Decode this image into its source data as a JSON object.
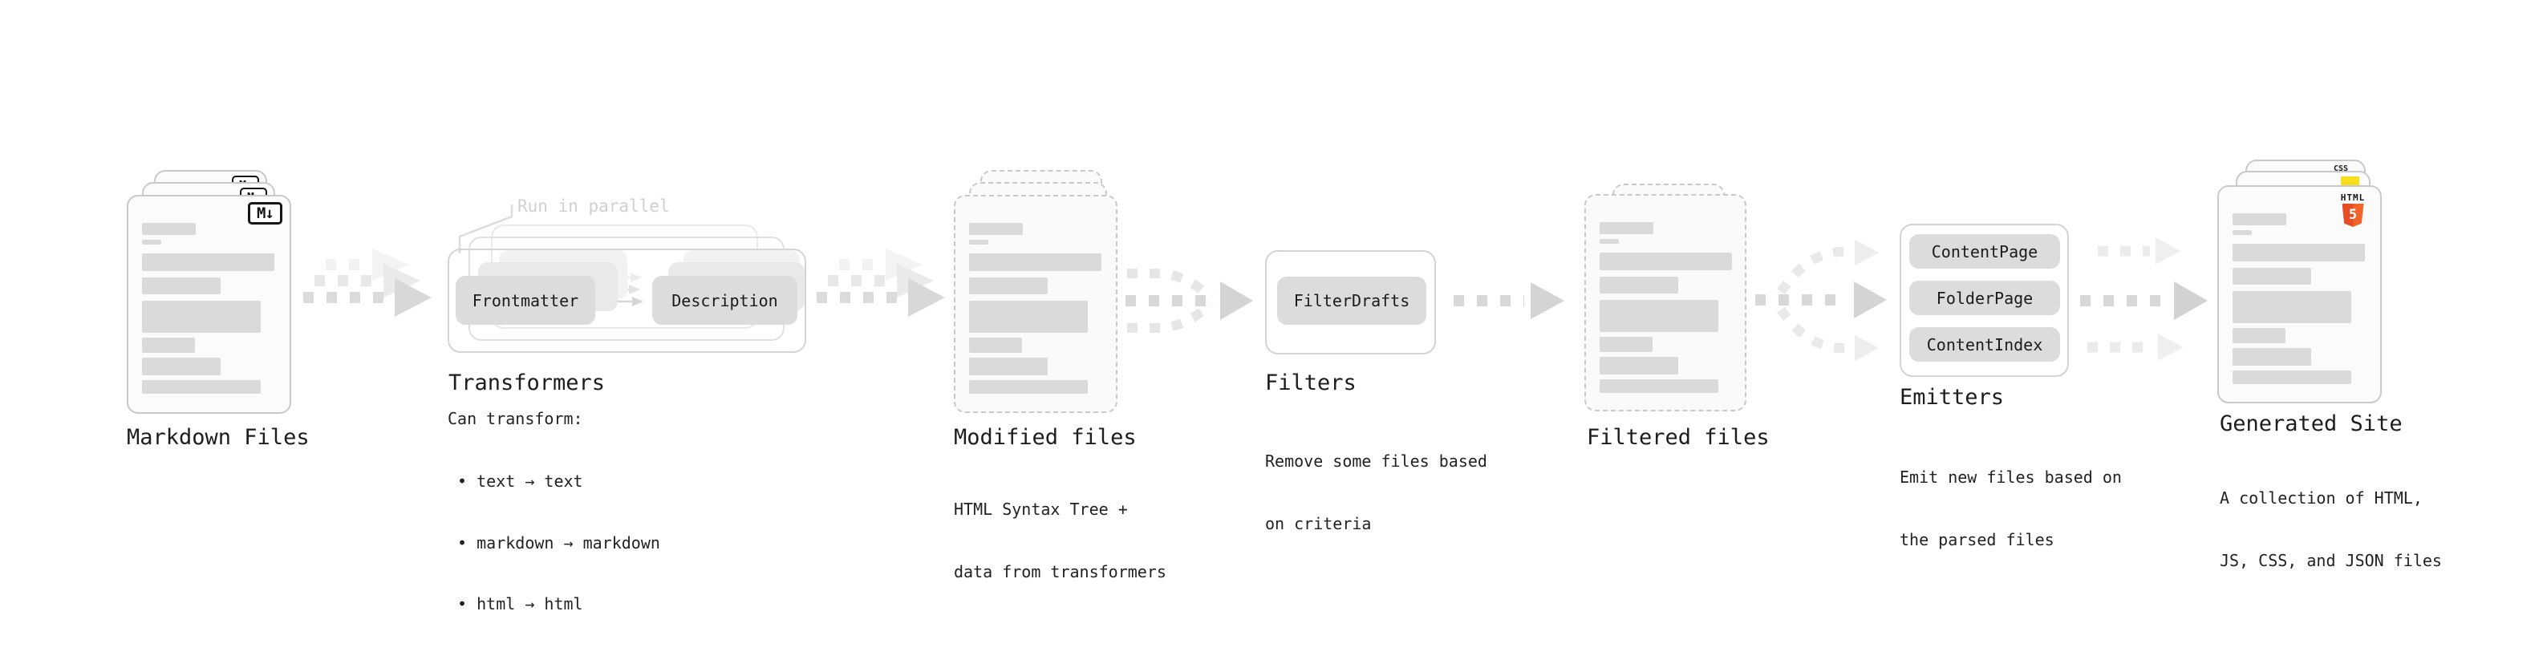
{
  "markdown_files": {
    "label": "Markdown Files",
    "badge": "M↓"
  },
  "transformers": {
    "note": "Run in parallel",
    "pill_left": "Frontmatter",
    "pill_right": "Description",
    "label": "Transformers",
    "desc_title": "Can transform:",
    "bullets": [
      " • text → text",
      " • markdown → markdown",
      " • html → html"
    ]
  },
  "modified_files": {
    "label": "Modified files",
    "desc1": "HTML Syntax Tree +",
    "desc2": "data from transformers"
  },
  "filters": {
    "label": "Filters",
    "pill": "FilterDrafts",
    "desc1": "Remove some files based",
    "desc2": "on criteria"
  },
  "filtered_files": {
    "label": "Filtered files"
  },
  "emitters": {
    "label": "Emitters",
    "pills": [
      "ContentPage",
      "FolderPage",
      "ContentIndex"
    ],
    "desc1": "Emit new files based on",
    "desc2": "the parsed files"
  },
  "generated_site": {
    "label": "Generated Site",
    "desc1": "A collection of HTML,",
    "desc2": "JS, CSS, and JSON files",
    "badge_html_word": "HTML",
    "badge_html_num": "5",
    "badge_css_word": "CSS"
  },
  "colors": {
    "card_border": "#c9c9c9",
    "card_bg": "#fbfbfb",
    "skeleton_bar": "#dadada",
    "pill_bg": "#dcdcdc",
    "frame_border": "#d4d4d4",
    "arrow_dark": "#d6d6d6",
    "arrow_light": "#ebebeb",
    "note_gray": "#d0d0d0",
    "html5_orange": "#e44d26",
    "html5_orange_light": "#f16529",
    "js_yellow": "#f7df1e",
    "css_blue": "#2965f1",
    "text": "#1d1d1d"
  }
}
